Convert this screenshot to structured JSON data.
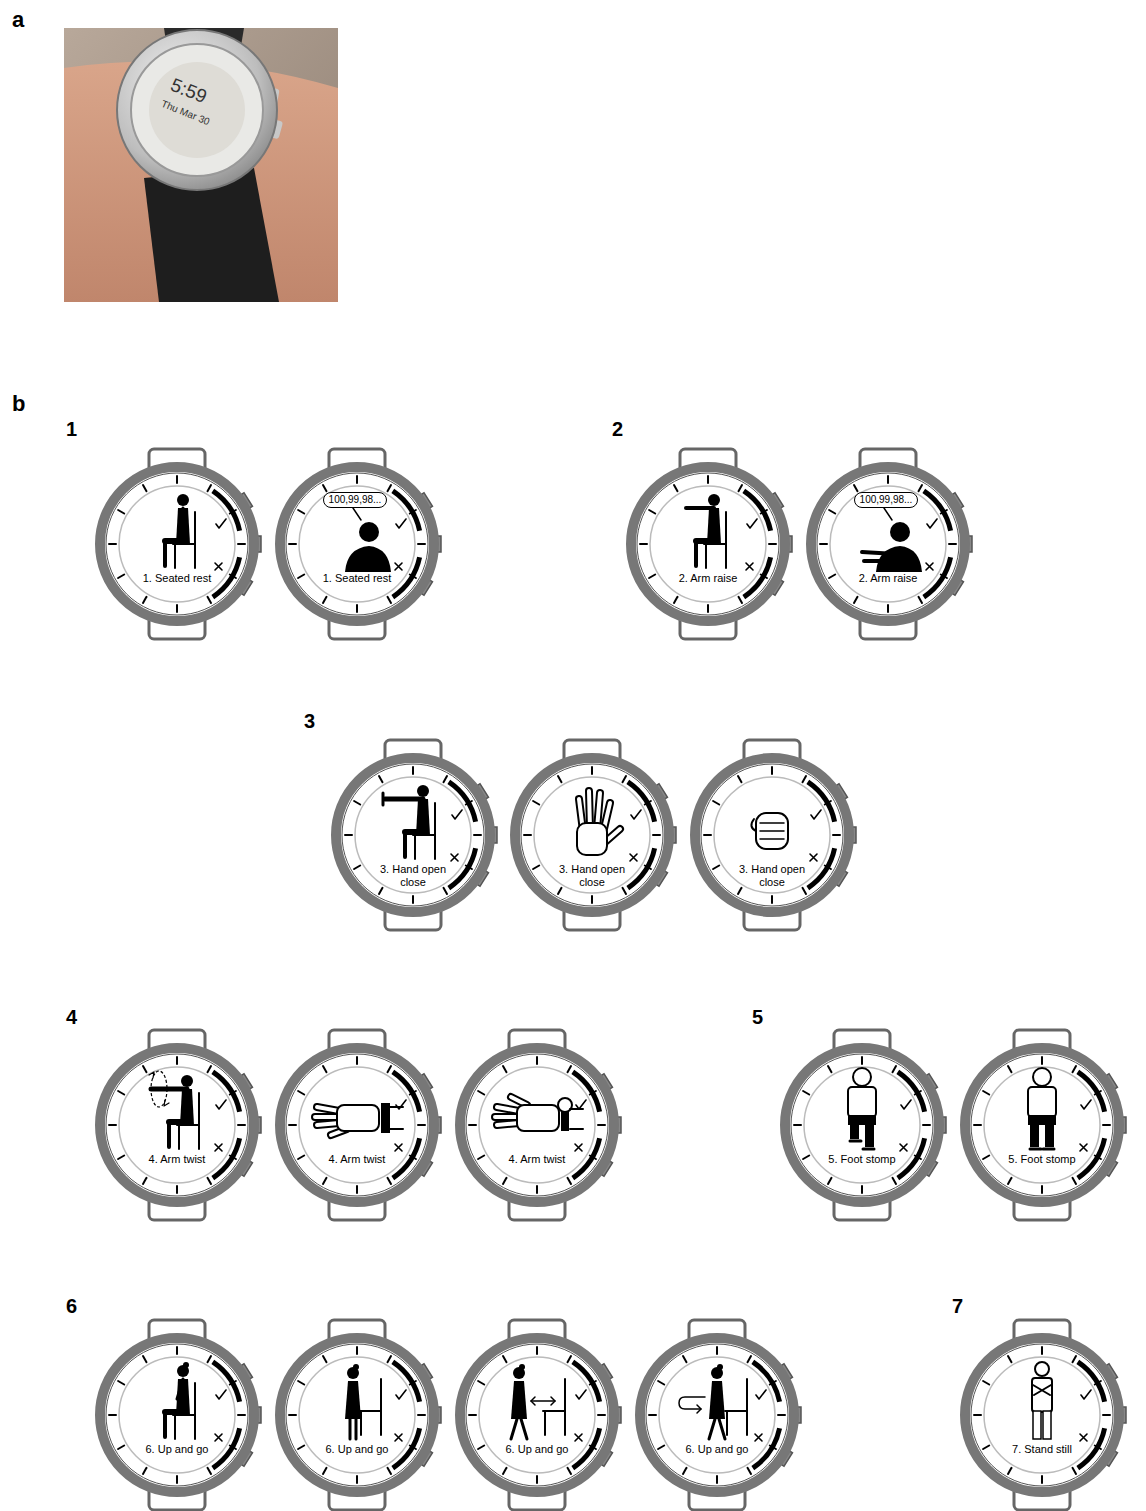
{
  "diagram": {
    "nodes": [
      {
        "text": [
          "1. Seated rest"
        ]
      },
      {
        "text": [
          "1. Seated rest"
        ]
      },
      {
        "text": [
          "100,99,98..."
        ],
        "in": 1
      },
      {
        "text": [
          "2. Arm raise"
        ]
      },
      {
        "text": [
          "2. Arm raise"
        ]
      },
      {
        "text": [
          "100,99,98..."
        ],
        "in": 4
      },
      {
        "text": [
          "3. Hand open close"
        ]
      },
      {
        "text": [
          "3. Hand open close"
        ]
      },
      {
        "text": [
          "3. Hand open close"
        ]
      },
      {
        "text": [
          "4. Arm twist"
        ]
      },
      {
        "text": [
          "4. Arm twist"
        ]
      },
      {
        "text": [
          "4. Arm twist"
        ]
      },
      {
        "text": [
          "5. Foot stomp"
        ]
      },
      {
        "text": [
          "5. Foot stomp"
        ]
      },
      {
        "text": [
          "6. Up and go"
        ]
      },
      {
        "text": [
          "6. Up and go"
        ]
      },
      {
        "text": [
          "6. Up and go"
        ]
      },
      {
        "text": [
          "6. Up and go"
        ]
      },
      {
        "text": [
          "7. Stand still"
        ]
      }
    ],
    "labels": [
      "a",
      "5:59",
      "Thu Mar 30",
      "b",
      "1",
      "2",
      "3",
      "4",
      "5",
      "6",
      "7"
    ]
  }
}
